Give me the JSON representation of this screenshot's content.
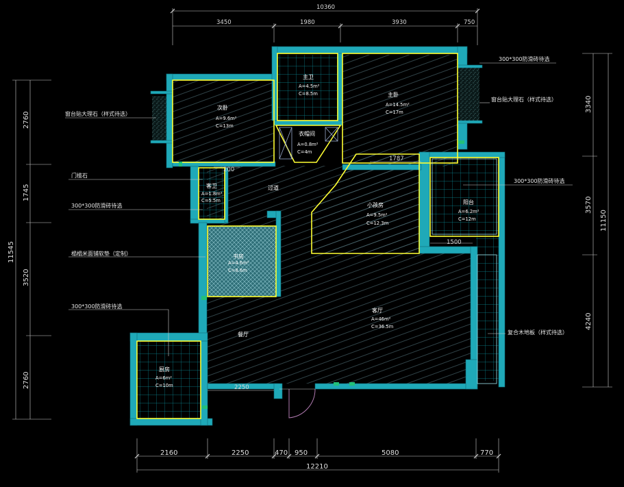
{
  "top_dims": {
    "total": "10360",
    "segments": [
      "3450",
      "1980",
      "3930",
      "750"
    ]
  },
  "bottom_dims": {
    "total": "12210",
    "segments": [
      "2160",
      "2250",
      "470",
      "950",
      "5080",
      "770"
    ]
  },
  "left_dims": {
    "total": "11545",
    "segments": [
      "2760",
      "1745",
      "3520",
      "2760"
    ]
  },
  "right_dims": {
    "total": "11150",
    "segments": [
      "3340",
      "3570",
      "4240"
    ]
  },
  "inner_dims": {
    "d200": "200",
    "d1787": "1787",
    "d1500": "1500",
    "d2250": "2250"
  },
  "rooms": {
    "master_bath": {
      "name": "主卫",
      "area": "A=4.5m²",
      "perimeter": "C=8.5m"
    },
    "master_bed": {
      "name": "主卧",
      "area": "A=14.5m²",
      "perimeter": "C=17m"
    },
    "second_bed": {
      "name": "次卧",
      "area": "A=9.6m²",
      "perimeter": "C=13m"
    },
    "closet": {
      "name": "衣帽间",
      "area": "A=0.8m²",
      "perimeter": "C=4m"
    },
    "guest_bath": {
      "name": "客卫",
      "area": "A=1.8m²",
      "perimeter": "C=5.5m"
    },
    "corridor": {
      "name": "过道"
    },
    "kids_room": {
      "name": "小孩房",
      "area": "A=9.5m²",
      "perimeter": "C=12.3m"
    },
    "balcony": {
      "name": "阳台",
      "area": "A=6.2m²",
      "perimeter": "C=12m"
    },
    "study": {
      "name": "书房",
      "area": "A=4.6m²",
      "perimeter": "C=8.6m"
    },
    "living": {
      "name": "客厅",
      "area": "A=46m²",
      "perimeter": "C=36.5m"
    },
    "dining": {
      "name": "餐厅"
    },
    "kitchen": {
      "name": "厨房",
      "area": "A=6m²",
      "perimeter": "C=10m"
    }
  },
  "annotations": {
    "tile_top_right": "300*300防滑砖待选",
    "window_marble_right": "窗台贴大理石（样式待选）",
    "window_marble_left": "窗台贴大理石（样式待选）",
    "threshold_stone": "门槛石",
    "tile_guest_bath": "300*300防滑砖待选",
    "tatami": "榻榻米面铺软垫（定制）",
    "tile_kitchen": "300*300防滑砖待选",
    "tile_balcony": "300*300防滑砖待选",
    "laminate_floor": "复合木地板（样式待选）"
  },
  "colors": {
    "wall": "#1fa9b8",
    "room_outline": "#ffff33",
    "tile_grid": "#0a8f9c",
    "wood_hatch": "#5f7f86",
    "dim_line": "#cfcfcf",
    "door": "#b07ab0"
  }
}
